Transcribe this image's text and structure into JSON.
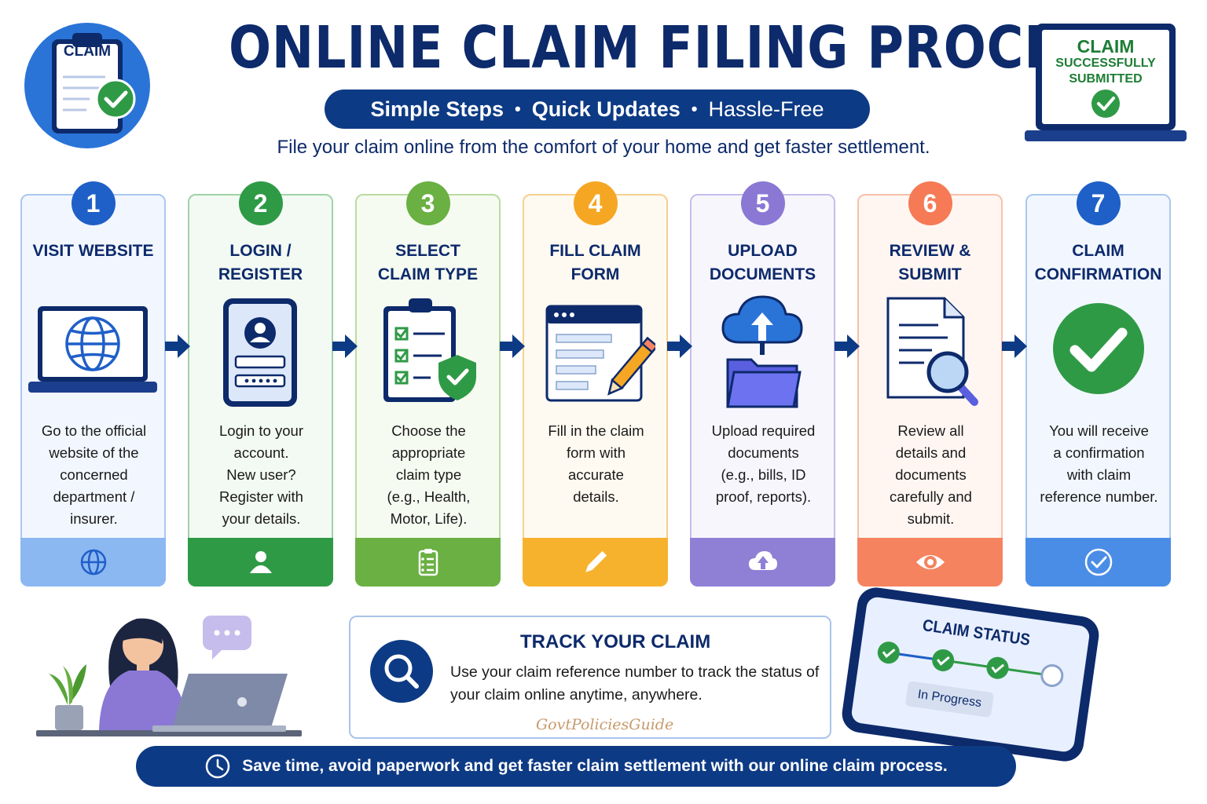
{
  "header": {
    "title": "ONLINE CLAIM FILING PROCESS",
    "pill": {
      "item1": "Simple Steps",
      "sep": "•",
      "item2": "Quick Updates",
      "item3": "Hassle-Free"
    },
    "subtitle": "File your claim online from the comfort of your home and get faster settlement.",
    "clipboard_label": "CLAIM",
    "laptop_line1": "CLAIM",
    "laptop_line2": "SUCCESSFULLY",
    "laptop_line3": "SUBMITTED"
  },
  "steps": [
    {
      "number": "1",
      "title1": "VISIT WEBSITE",
      "title2": "",
      "desc": [
        "Go to the official",
        "website of the",
        "concerned",
        "department /",
        "insurer."
      ],
      "color": "#1f5fc8",
      "bg": "#f2f7ff",
      "border": "#a9c8f0",
      "foot": "#8cb8f2",
      "icon": "globe-icon"
    },
    {
      "number": "2",
      "title1": "LOGIN /",
      "title2": "REGISTER",
      "desc": [
        "Login to your",
        "account.",
        "New user?",
        "Register with",
        "your details."
      ],
      "color": "#2f9a46",
      "bg": "#f3faf3",
      "border": "#9fd3a7",
      "foot": "#2f9a46",
      "icon": "user-icon"
    },
    {
      "number": "3",
      "title1": "SELECT",
      "title2": "CLAIM TYPE",
      "desc": [
        "Choose the",
        "appropriate",
        "claim type",
        "(e.g., Health,",
        "Motor, Life)."
      ],
      "color": "#6ab043",
      "bg": "#f6fbf1",
      "border": "#b9dca0",
      "foot": "#6ab043",
      "icon": "checklist-icon"
    },
    {
      "number": "4",
      "title1": "FILL CLAIM",
      "title2": "FORM",
      "desc": [
        "Fill in the claim",
        "form with",
        "accurate",
        "details."
      ],
      "color": "#f5a623",
      "bg": "#fffaf1",
      "border": "#f6d08f",
      "foot": "#f7b22d",
      "icon": "pencil-icon"
    },
    {
      "number": "5",
      "title1": "UPLOAD",
      "title2": "DOCUMENTS",
      "desc": [
        "Upload required",
        "documents",
        "(e.g., bills, ID",
        "proof, reports)."
      ],
      "color": "#8a78d4",
      "bg": "#f7f6fd",
      "border": "#c6bdec",
      "foot": "#8f80d6",
      "icon": "cloud-upload-icon"
    },
    {
      "number": "6",
      "title1": "REVIEW &",
      "title2": "SUBMIT",
      "desc": [
        "Review all",
        "details and",
        "documents",
        "carefully and",
        "submit."
      ],
      "color": "#f57a55",
      "bg": "#fff6f2",
      "border": "#f8c0ab",
      "foot": "#f58360",
      "icon": "eye-icon"
    },
    {
      "number": "7",
      "title1": "CLAIM",
      "title2": "CONFIRMATION",
      "desc": [
        "You will receive",
        "a confirmation",
        "with claim",
        "reference number."
      ],
      "color": "#1f5fc8",
      "bg": "#f2f7ff",
      "border": "#a9c8f0",
      "foot": "#4a8de6",
      "icon": "check-circle-icon"
    }
  ],
  "track": {
    "title": "TRACK YOUR CLAIM",
    "desc": "Use your claim reference number to track the status of your claim online anytime, anywhere.",
    "watermark": "GovtPoliciesGuide"
  },
  "phone": {
    "title": "CLAIM STATUS",
    "status": "In Progress"
  },
  "bottom": {
    "text": "Save time, avoid paperwork and get faster claim settlement with our online claim process."
  },
  "colors": {
    "navy": "#0d2a6b",
    "pill": "#0d3a85",
    "green": "#2f9a46"
  }
}
